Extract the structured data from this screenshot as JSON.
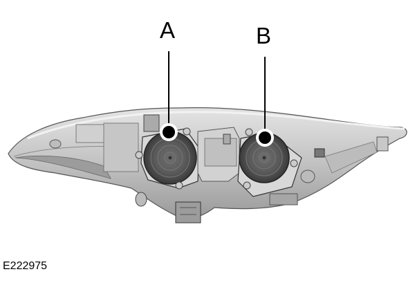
{
  "figure": {
    "subject": "headlamp assembly rear view",
    "figure_id": "E222975",
    "callouts": [
      {
        "label": "A",
        "description": "left bulb cover"
      },
      {
        "label": "B",
        "description": "right bulb cover"
      }
    ],
    "colors": {
      "background": "#ffffff",
      "housing_light": "#d4d4d4",
      "housing_mid": "#b0b0b0",
      "housing_dark": "#7a7a7a",
      "cover_dark": "#4a4a4a",
      "callout_line": "#000000"
    }
  }
}
